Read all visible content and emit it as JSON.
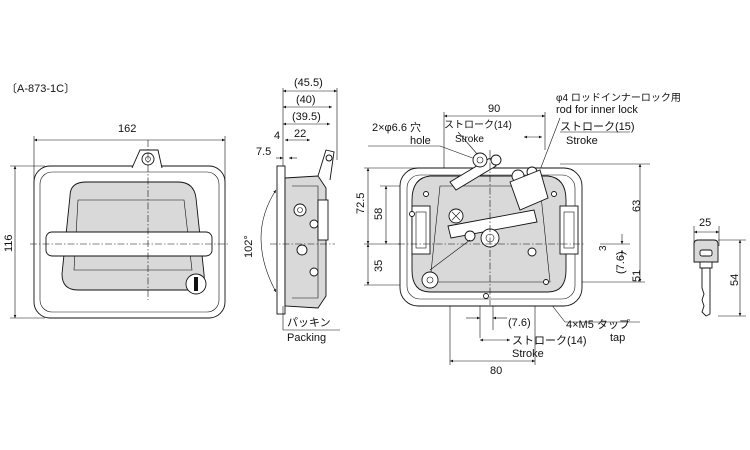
{
  "part_code": "〔A-873-1C〕",
  "front_view": {
    "width_dim": "162",
    "height_dim": "116"
  },
  "side_view": {
    "dims": [
      "(45.5)",
      "(40)",
      "(39.5)",
      "4",
      "22",
      "7.5"
    ],
    "angle_dim": "102°",
    "packing_jp": "パッキン",
    "packing_en": "Packing"
  },
  "rear_view": {
    "top_dim": "90",
    "hole_jp": "2×φ6.6 穴",
    "hole_en": "hole",
    "stroke14_jp": "ストローク(14)",
    "stroke14_en": "Stroke",
    "rod_jp": "φ4 ロッドインナーロック用",
    "rod_en": "rod for inner lock",
    "stroke15_jp": "ストローク(15)",
    "stroke15_en": "Stroke",
    "dim_72_5": "72.5",
    "dim_58": "58",
    "dim_35": "35",
    "dim_63": "63",
    "dim_3": "3",
    "dim_7_6_right": "(7.6)",
    "dim_51": "51",
    "dim_7_6_bottom": "(7.6)",
    "tap_jp": "4×M5 タップ",
    "tap_en": "tap",
    "stroke14b_jp": "ストローク(14)",
    "stroke14b_en": "Stroke",
    "bottom_dim": "80"
  },
  "key_view": {
    "width_dim": "25",
    "height_dim": "54"
  }
}
